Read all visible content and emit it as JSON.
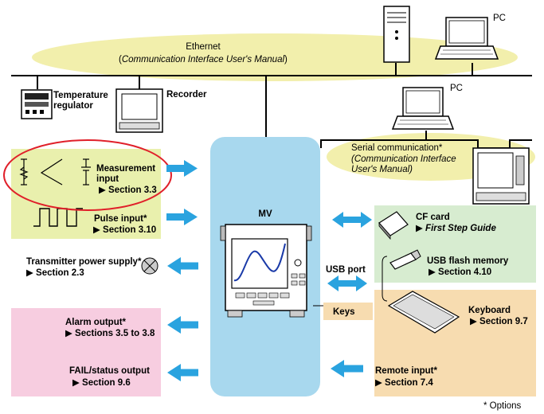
{
  "colors": {
    "ethernet_bus": "#f2efac",
    "mv_unit": "#a8d8ee",
    "inputs_panel": "#e9f0ad",
    "outputs_panel": "#f7cde0",
    "storage_panel": "#d7ecd0",
    "peripherals_panel": "#f7dcb0",
    "arrow": "#2aa3df",
    "highlight_ring": "#e0202a"
  },
  "ethernet": {
    "title": "Ethernet",
    "manual_prefix": "(",
    "manual": "Communication Interface User's Manual",
    "manual_suffix": ")"
  },
  "pc_top": {
    "label": "PC"
  },
  "pc_serial": {
    "label": "PC"
  },
  "temperature_regulator": {
    "line1": "Temperature",
    "line2": "regulator"
  },
  "recorder": {
    "label": "Recorder"
  },
  "serial": {
    "title": "Serial communication*",
    "manual_line1": "(Communication Interface",
    "manual_line2": "User's Manual)"
  },
  "mv": {
    "label": "MV"
  },
  "measurement_input": {
    "line1": "Measurement",
    "line2": "input",
    "ref": "▶ Section 3.3"
  },
  "pulse_input": {
    "label": "Pulse input*",
    "ref": "▶ Section 3.10"
  },
  "transmitter": {
    "label": "Transmitter power supply*",
    "ref": "▶ Section 2.3"
  },
  "alarm_output": {
    "label": "Alarm output*",
    "ref": "▶ Sections 3.5 to 3.8"
  },
  "fail_output": {
    "label": "FAIL/status output",
    "ref": "▶ Section 9.6"
  },
  "cf_card": {
    "label": "CF card",
    "ref": "▶ First Step Guide"
  },
  "usb_port": {
    "label": "USB port"
  },
  "usb_flash": {
    "label": "USB flash memory",
    "ref": "▶ Section 4.10"
  },
  "keys": {
    "label": "Keys"
  },
  "keyboard": {
    "label": "Keyboard",
    "ref": "▶ Section 9.7"
  },
  "remote_input": {
    "label": "Remote input*",
    "ref": "▶ Section 7.4"
  },
  "footnote": "* Options"
}
